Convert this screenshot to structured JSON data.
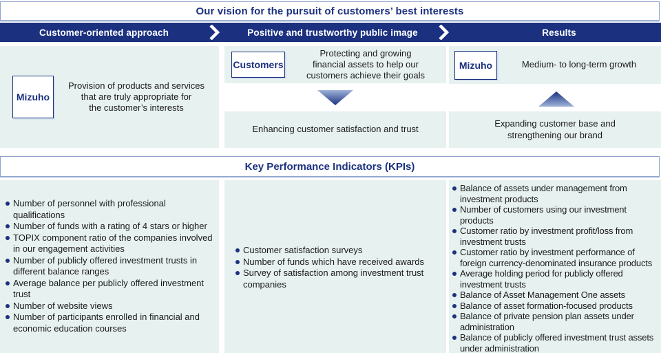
{
  "page": {
    "title": "Our vision for the pursuit of customers’ best interests"
  },
  "flow_bar": {
    "stages": [
      "Customer-oriented approach",
      "Positive and trustworthy public image",
      "Results"
    ]
  },
  "vision": {
    "approach": {
      "entity": "Mizuho",
      "description": [
        "Provision of products and services",
        "that are truly appropriate for",
        "the customer’s interests"
      ]
    },
    "public_image": {
      "entity": "Customers",
      "description": [
        "Protecting and growing",
        "financial assets to help our",
        "customers achieve their goals"
      ],
      "outcome": "Enhancing customer satisfaction and trust"
    },
    "results": {
      "entity": "Mizuho",
      "description": "Medium- to long-term growth",
      "outcome": [
        "Expanding customer base and",
        "strengthening our brand"
      ]
    }
  },
  "kpi": {
    "heading": "Key Performance Indicators (KPIs)",
    "columns": [
      {
        "name": "customer-oriented-approach",
        "items": [
          "Number of personnel with professional qualifications",
          "Number of funds with a rating of 4 stars or higher",
          "TOPIX component ratio of the companies involved in our engagement activities",
          "Number of publicly offered investment trusts in different balance ranges",
          "Average balance per publicly offered investment trust",
          "Number of website views",
          "Number of participants enrolled in financial and economic education courses"
        ]
      },
      {
        "name": "positive-public-image",
        "items": [
          "Customer satisfaction surveys",
          "Number of funds which have received awards",
          "Survey of satisfaction among investment trust companies"
        ]
      },
      {
        "name": "results",
        "items": [
          "Balance of assets under management from investment products",
          "Number of customers using our investment products",
          "Customer ratio by investment profit/loss from investment trusts",
          "Customer ratio by investment performance of foreign currency-denominated insurance products",
          "Average holding period for publicly offered investment trusts",
          "Balance of Asset Management One assets",
          "Balance of asset formation-focused products",
          "Balance of private pension plan assets under administration",
          "Balance of publicly offered investment trust assets under administration"
        ]
      }
    ]
  },
  "colors": {
    "navy": "#1b3180",
    "panel_bg": "#e7f1ef",
    "box_border": "#8fa3cd",
    "text": "#1a1a1a",
    "arrow_light": "#9fb3d9",
    "stage_text": "#ffffff"
  }
}
